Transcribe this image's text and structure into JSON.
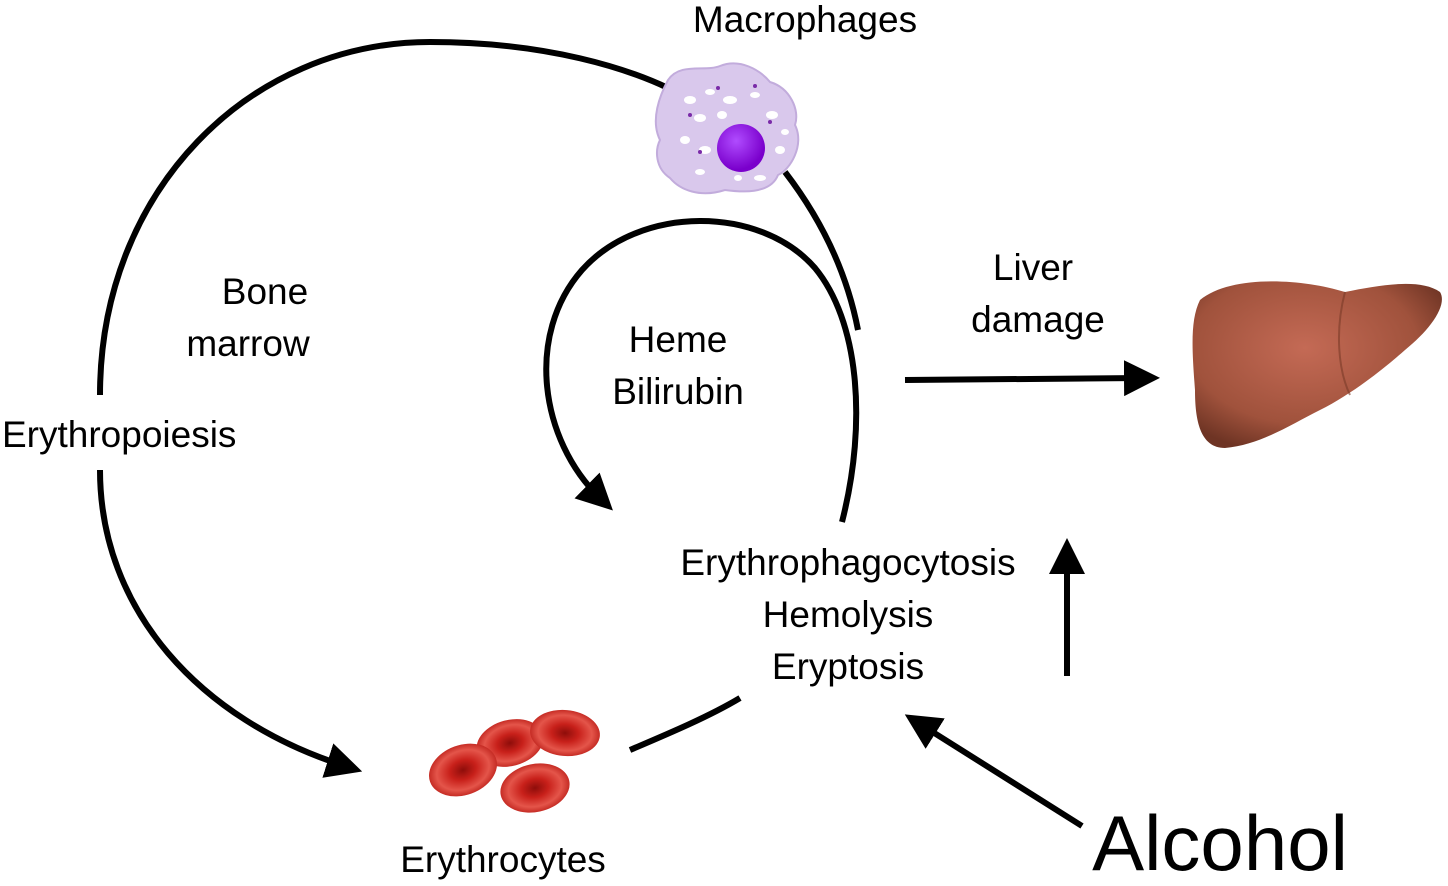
{
  "labels": {
    "macrophages": "Macrophages",
    "bone_marrow_line1": "Bone",
    "bone_marrow_line2": "marrow",
    "erythropoiesis": "Erythropoiesis",
    "heme": "Heme",
    "bilirubin": "Bilirubin",
    "liver_damage_line1": "Liver",
    "liver_damage_line2": "damage",
    "erythrophagocytosis": "Erythrophagocytosis",
    "hemolysis": "Hemolysis",
    "eryptosis": "Eryptosis",
    "alcohol": "Alcohol",
    "erythrocytes": "Erythrocytes"
  },
  "colors": {
    "macrophage_body": "#d9c8ec",
    "macrophage_nucleus": "#8a00e0",
    "erythrocyte": "#c8201a",
    "liver": "#a0523c"
  }
}
